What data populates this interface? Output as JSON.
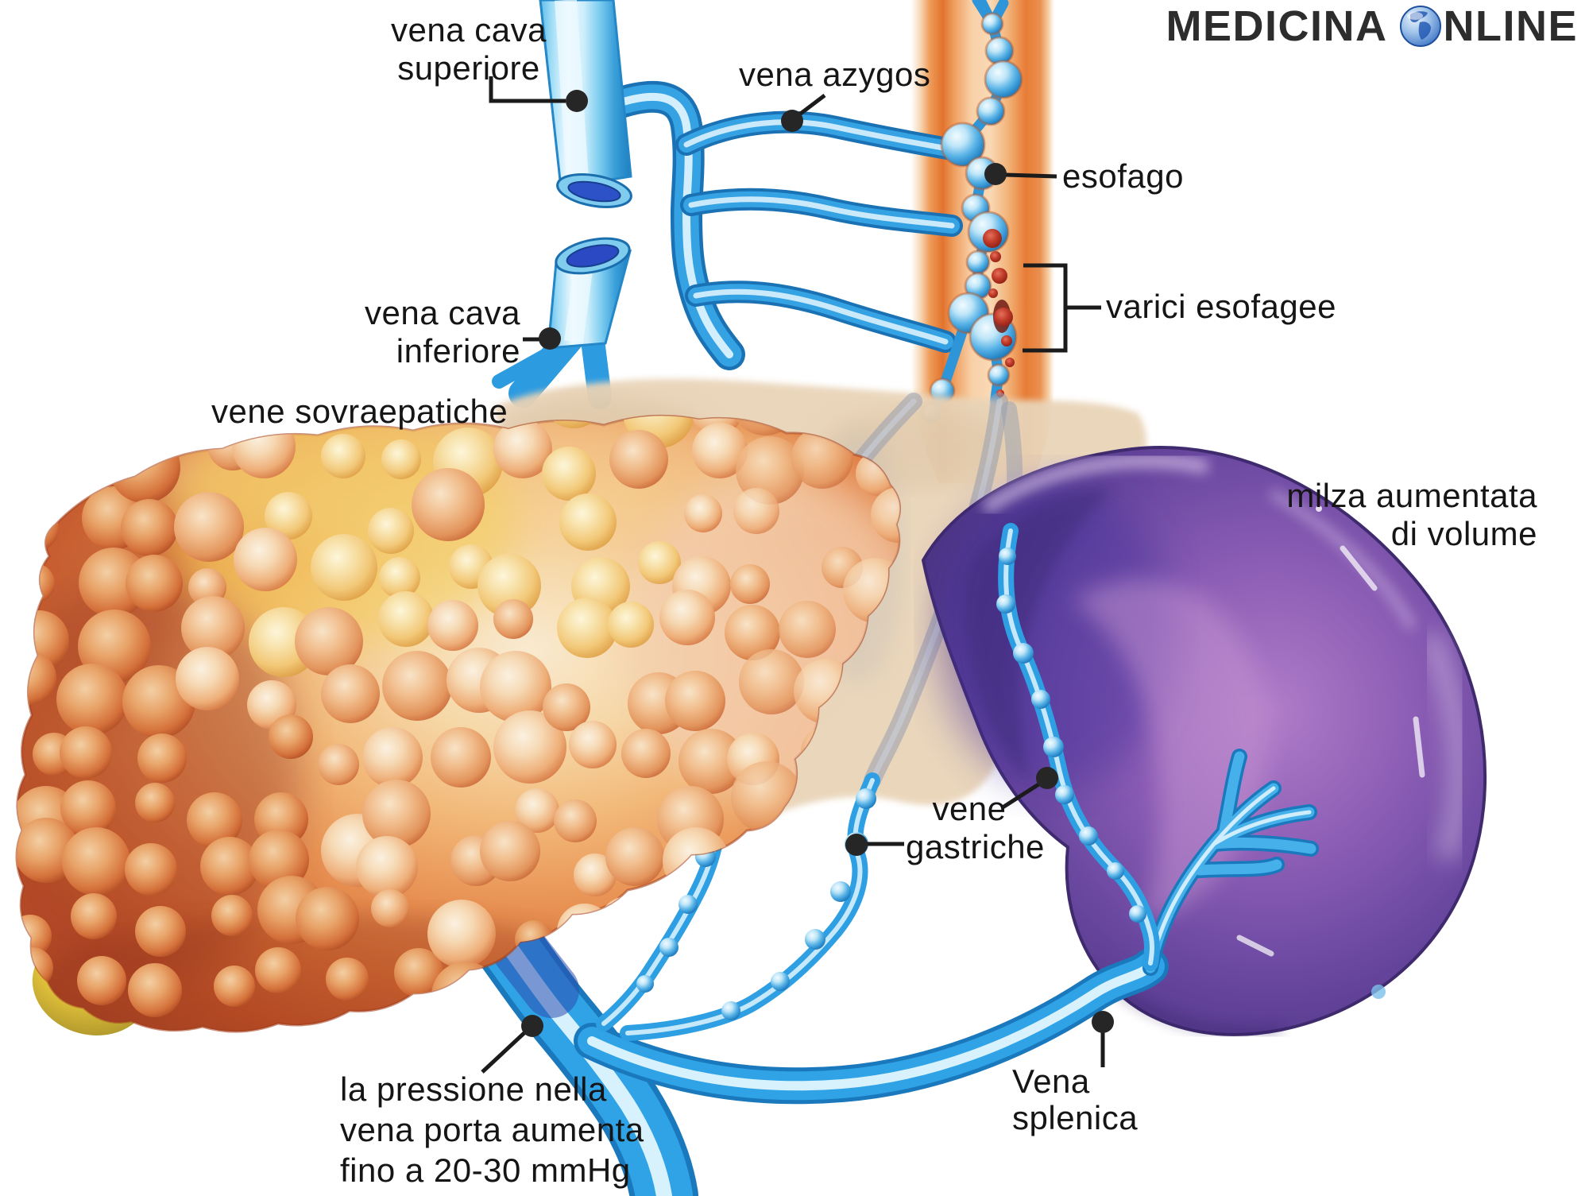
{
  "logo": {
    "word1": "MEDICINA",
    "word2": "NLINE",
    "globe_icon": "globe-icon"
  },
  "labels": {
    "vena_cava_superiore": "vena cava\nsuperiore",
    "vena_azygos": "vena azygos",
    "esofago": "esofago",
    "varici_esofagee": "varici esofagee",
    "vena_cava_inferiore": "vena cava\ninferiore",
    "vene_sovraepatiche": "vene sovraepatiche",
    "milza_aumentata": "milza aumentata\ndi volume",
    "vene_gastriche": "vene\ngastriche",
    "pressione_porta": "la pressione nella\nvena porta aumenta\nfino a 20-30 mmHg",
    "vena_splenica": "Vena\nsplenica"
  },
  "colors": {
    "background": "#ffffff",
    "label_text": "#151515",
    "leader_line": "#1b1b1b",
    "vein_blue": "#2d9be0",
    "vein_blue_dark": "#1a72b4",
    "vein_highlight": "#e6f7ff",
    "esophagus_orange": "#e2732e",
    "liver_orange": "#d96f38",
    "liver_nodule_cream": "#f6d9b4",
    "spleen_purple": "#6a48a0",
    "stomach_beige": "#e9d4b8",
    "varix_blood_red": "#c03a28",
    "logo_text": "#2d2d2d",
    "logo_globe_blue": "#2e66c0"
  }
}
